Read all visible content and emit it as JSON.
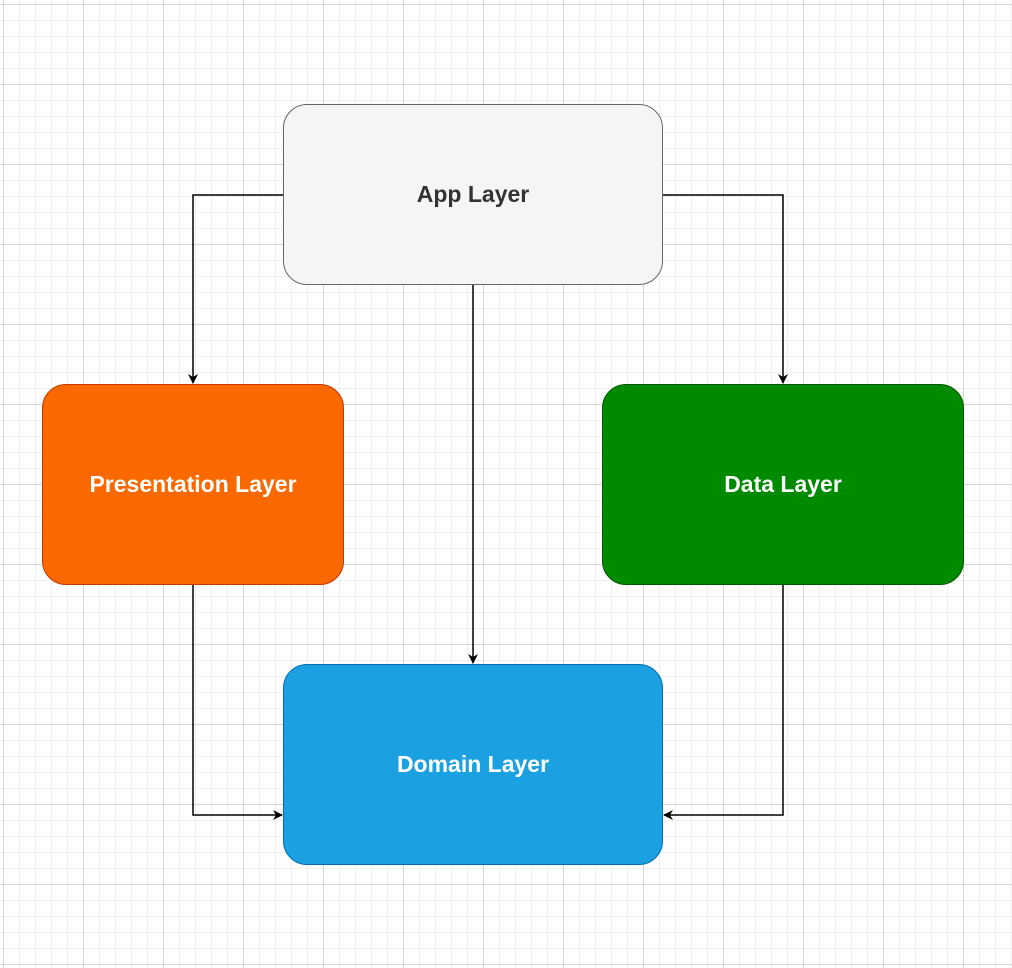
{
  "diagram": {
    "nodes": {
      "app": {
        "label": "App Layer",
        "fill": "#f5f5f5"
      },
      "presentation": {
        "label": "Presentation Layer",
        "fill": "#fa6800"
      },
      "data": {
        "label": "Data Layer",
        "fill": "#008a00"
      },
      "domain": {
        "label": "Domain Layer",
        "fill": "#1ba1e2"
      }
    },
    "edges": [
      {
        "from": "App Layer",
        "to": "Presentation Layer"
      },
      {
        "from": "App Layer",
        "to": "Data Layer"
      },
      {
        "from": "App Layer",
        "to": "Domain Layer"
      },
      {
        "from": "Presentation Layer",
        "to": "Domain Layer"
      },
      {
        "from": "Data Layer",
        "to": "Domain Layer"
      }
    ],
    "edge_color": "#000000"
  }
}
